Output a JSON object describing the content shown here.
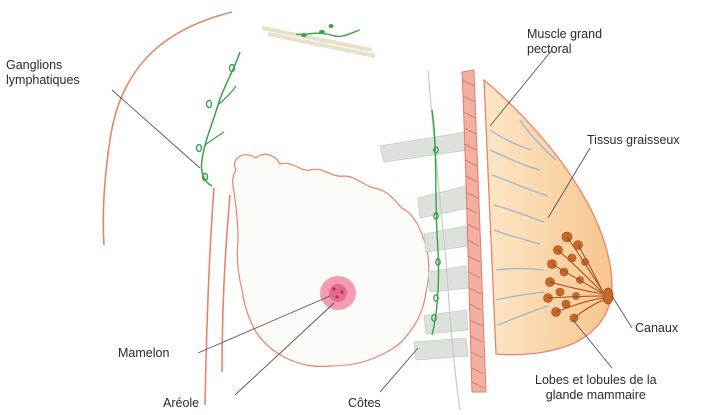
{
  "labels": {
    "lymph_nodes": [
      "Ganglions",
      "lymphatiques"
    ],
    "pectoral_muscle": [
      "Muscle grand",
      "pectoral"
    ],
    "fatty_tissue": "Tissus graisseux",
    "ducts": "Canaux",
    "lobes": [
      "Lobes et lobules de la",
      "glande mammaire"
    ],
    "nipple": "Mamelon",
    "areola": "Aréole",
    "ribs": "Côtes"
  },
  "colors": {
    "body_outline": "#e8846a",
    "lymph": "#3aa04a",
    "breast_fill": "#fbd7a8",
    "muscle": "#e89080",
    "gland": "#c8672a",
    "areola": "#f28aa8",
    "duct_lines": "#7fa8c8",
    "rib": "#d9ddd8"
  }
}
